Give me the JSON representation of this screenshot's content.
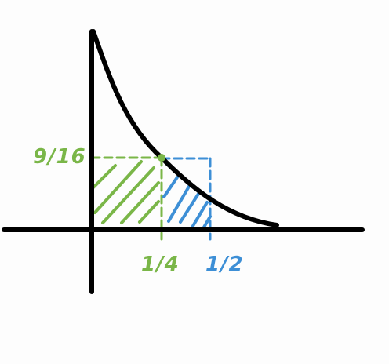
{
  "labels": {
    "y_value": "9/16",
    "x_first": "1/4",
    "x_second": "1/2"
  },
  "colors": {
    "background": "#fdfdfd",
    "ink": "#000000",
    "green": "#7ab648",
    "blue": "#3d8fd6"
  }
}
